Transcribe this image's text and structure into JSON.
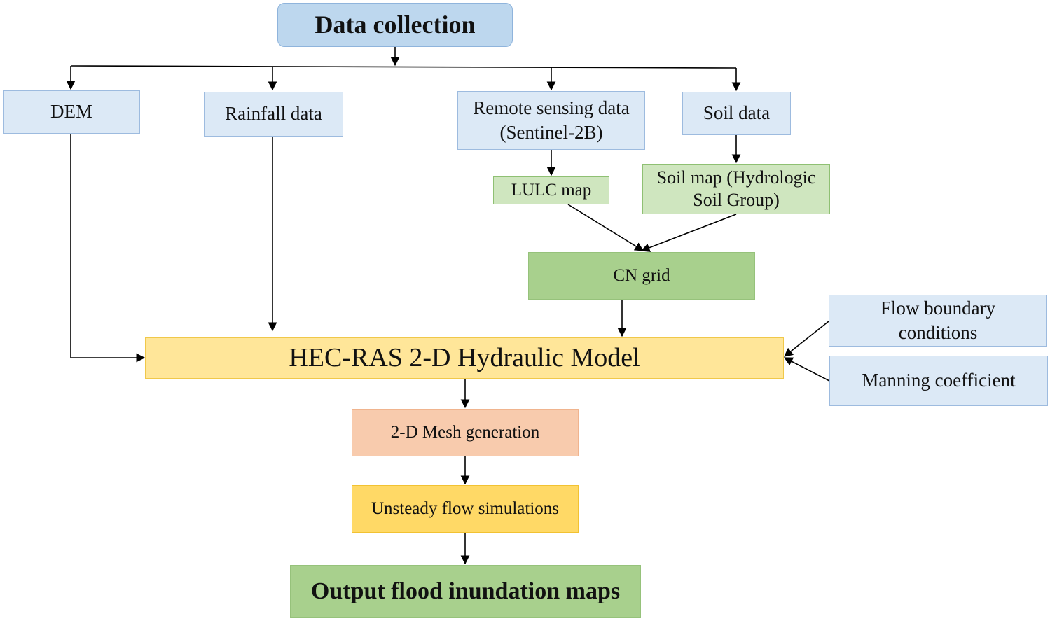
{
  "diagram": {
    "data_collection": "Data collection",
    "dem": "DEM",
    "rainfall": "Rainfall data",
    "remote_sensing_line1": "Remote sensing data",
    "remote_sensing_line2": "(Sentinel-2B)",
    "soil_data": "Soil data",
    "lulc": "LULC map",
    "soil_map_line1": "Soil map (Hydrologic",
    "soil_map_line2": "Soil Group)",
    "cn_grid": "CN grid",
    "hecras": "HEC-RAS 2-D Hydraulic Model",
    "flow_boundary_line1": "Flow boundary",
    "flow_boundary_line2": "conditions",
    "manning": "Manning coefficient",
    "mesh": "2-D Mesh generation",
    "unsteady": "Unsteady flow simulations",
    "output": "Output flood inundation maps"
  },
  "colors": {
    "data_collection_fill": "#bdd7ee",
    "input_fill": "#dce9f6",
    "map_fill": "#cfe6bf",
    "cn_fill": "#a8d08d",
    "model_fill": "#ffe699",
    "mesh_fill": "#f8cbad",
    "simulation_fill": "#ffd966",
    "output_fill": "#a8d08d",
    "arrow": "#000000"
  }
}
